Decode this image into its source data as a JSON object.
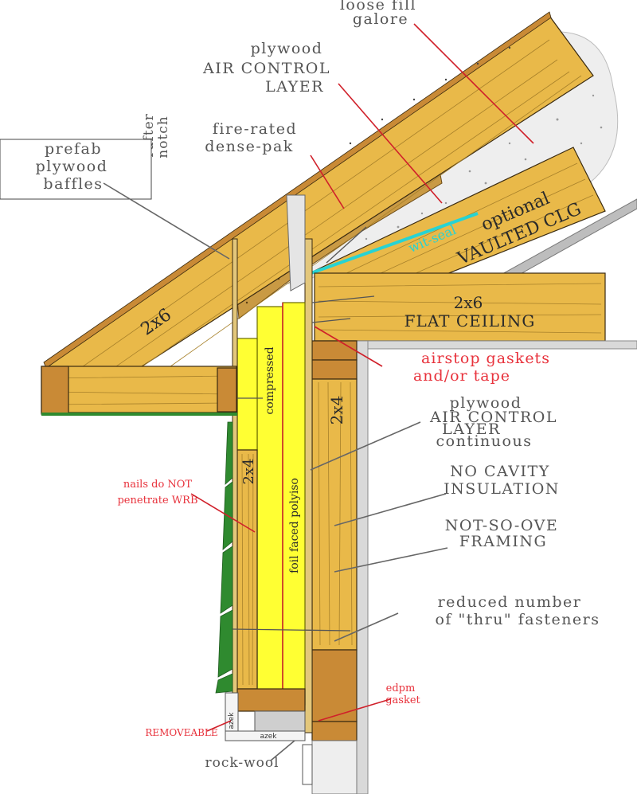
{
  "labels": {
    "loose_fill_1": "loose fill",
    "loose_fill_2": "galore",
    "plywood_top": "plywood",
    "air_control_top": "AIR CONTROL",
    "layer_top": "LAYER",
    "rafter": "rafter",
    "notch": "notch",
    "fire_rated_1": "fire-rated",
    "fire_rated_2": "dense-pak",
    "prefab": "prefab",
    "plywood_baffle": "plywood",
    "baffles": "baffles",
    "optional": "optional",
    "vaulted_clg": "VAULTED CLG",
    "wit_seal": "wit-seal",
    "rafter_2x6": "2x6",
    "ceiling_2x6": "2x6",
    "flat_ceiling": "FLAT CEILING",
    "airstop_1": "airstop gaskets",
    "airstop_2": "and/or tape",
    "plywood_mid": "plywood",
    "air_control_mid": "AIR CONTROL",
    "layer_mid": "LAYER",
    "continuous": "continuous",
    "stud_2x4_right": "2x4",
    "stud_2x4_left": "2x4",
    "compressed": "compressed",
    "foil_faced": "foil faced polyiso",
    "nails_1": "nails do NOT",
    "nails_2": "penetrate WRB",
    "no_cavity_1": "NO CAVITY",
    "no_cavity_2": "INSULATION",
    "not_so_ove_1": "NOT-SO-OVE",
    "not_so_ove_2": "FRAMING",
    "reduced_1": "reduced number",
    "reduced_2": "of \"thru\" fasteners",
    "edpm_1": "edpm",
    "edpm_2": "gasket",
    "removeable": "REMOVEABLE",
    "azek_1": "azek",
    "azek_2": "azek",
    "rock_wool": "rock-wool"
  },
  "colors": {
    "wood": "#e9b949",
    "polyiso": "#ffff33",
    "annotation_red": "#e8323c",
    "siding_green": "#2f8a2f",
    "wit_seal_cyan": "#27d3d3"
  }
}
